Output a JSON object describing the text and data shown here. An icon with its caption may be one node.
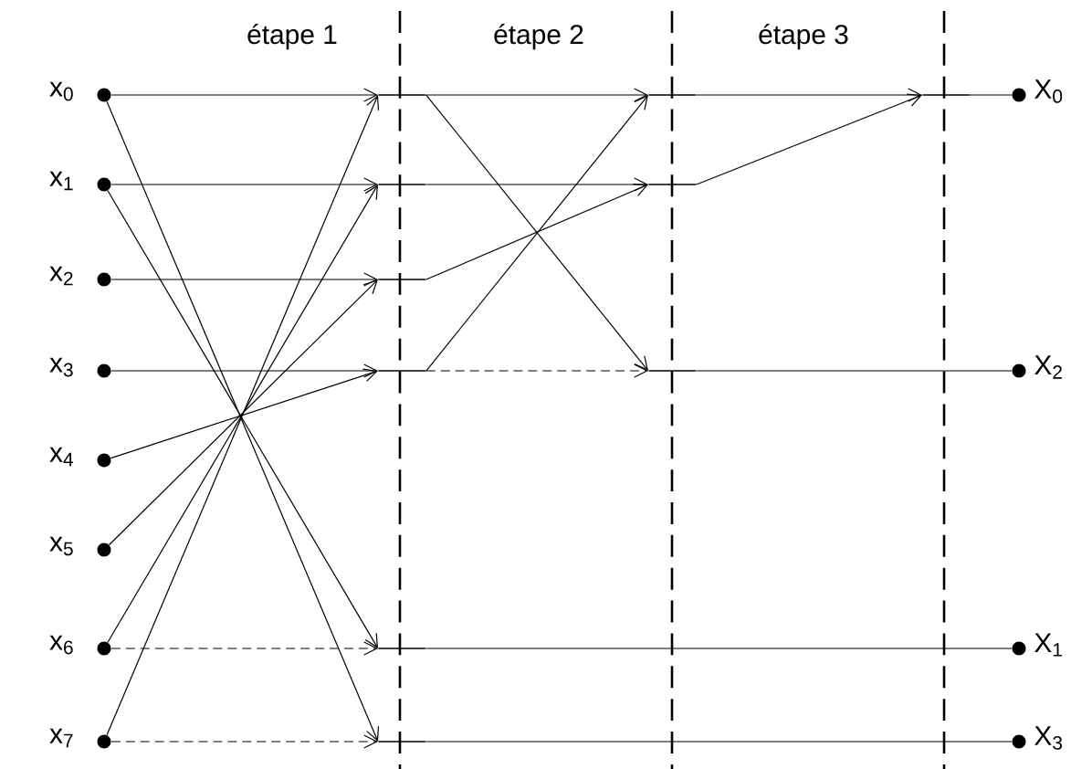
{
  "diagram": {
    "nodes": [
      {
        "text": [
          "x$_{0}$"
        ]
      },
      {
        "text": [
          "x$_{1}$"
        ]
      },
      {
        "text": [
          "x$_{2}$"
        ]
      },
      {
        "text": [
          "x$_{3}$"
        ]
      },
      {
        "text": [
          "x$_{4}$"
        ]
      },
      {
        "text": [
          "x$_{5}$"
        ]
      },
      {
        "text": [
          "x$_{6}$"
        ]
      },
      {
        "text": [
          "x$_{7}$"
        ]
      },
      {
        "text": [],
        "shape": "bar"
      },
      {
        "text": [],
        "shape": "bar"
      },
      {
        "text": [],
        "shape": "bar"
      },
      {
        "text": [],
        "shape": "bar"
      },
      {
        "text": [],
        "shape": "bar"
      },
      {
        "text": [],
        "shape": "bar"
      },
      {
        "text": [],
        "shape": "bar"
      },
      {
        "text": [],
        "shape": "bar"
      },
      {
        "text": [],
        "shape": "bar"
      },
      {
        "text": [],
        "shape": "bar"
      },
      {
        "text": [
          "X$_{0}$"
        ]
      },
      {
        "text": [
          "X$_{2}$"
        ]
      },
      {
        "text": [
          "X$_{1}$"
        ]
      },
      {
        "text": [
          "X$_{3}$"
        ]
      }
    ],
    "edges": [
      {
        "from": 0,
        "to": 8,
        "arrow": "to"
      },
      {
        "from": 7,
        "to": 8,
        "arrow": "to"
      },
      {
        "from": 1,
        "to": 9,
        "arrow": "to"
      },
      {
        "from": 6,
        "to": 9,
        "arrow": "to"
      },
      {
        "from": 2,
        "to": 10,
        "arrow": "to"
      },
      {
        "from": 5,
        "to": 10,
        "arrow": "to"
      },
      {
        "from": 3,
        "to": 11,
        "arrow": "to"
      },
      {
        "from": 4,
        "to": 11,
        "arrow": "to"
      },
      {
        "from": 6,
        "to": 12,
        "arrow": "to",
        "style": "dashed"
      },
      {
        "from": 1,
        "to": 12,
        "arrow": "to"
      },
      {
        "from": 7,
        "to": 13,
        "arrow": "to",
        "style": "dashed"
      },
      {
        "from": 0,
        "to": 13,
        "arrow": "to"
      },
      {
        "from": 8,
        "to": 14,
        "arrow": "to"
      },
      {
        "from": 8,
        "to": 16,
        "arrow": "to"
      },
      {
        "from": 9,
        "to": 15,
        "arrow": "to"
      },
      {
        "from": 10,
        "to": 15,
        "arrow": "to"
      },
      {
        "from": 11,
        "to": 14,
        "arrow": "to"
      },
      {
        "from": 11,
        "to": 16,
        "arrow": "to",
        "style": "dashed"
      },
      {
        "from": 14,
        "to": 17,
        "arrow": "to"
      },
      {
        "from": 15,
        "to": 17,
        "arrow": "to"
      },
      {
        "from": 17,
        "to": 18,
        "arrow": "none"
      },
      {
        "from": 16,
        "to": 19,
        "arrow": "none"
      },
      {
        "from": 12,
        "to": 20,
        "arrow": "none"
      },
      {
        "from": 13,
        "to": 21,
        "arrow": "none"
      }
    ],
    "labels": [
      "étape 1",
      "étape 2",
      "étape 3"
    ]
  }
}
